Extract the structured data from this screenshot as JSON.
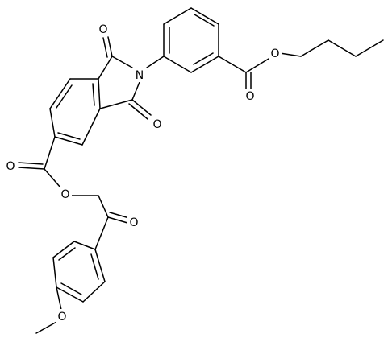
{
  "structure": {
    "atoms": [
      {
        "id": "O_top",
        "label": "O"
      },
      {
        "id": "N",
        "label": "N"
      },
      {
        "id": "O_right",
        "label": "O"
      },
      {
        "id": "O_ester1",
        "label": "O"
      },
      {
        "id": "O_ester1b",
        "label": "O"
      },
      {
        "id": "O_left",
        "label": "O"
      },
      {
        "id": "O_chain",
        "label": "O"
      },
      {
        "id": "O_ketone",
        "label": "O"
      },
      {
        "id": "O_methoxy",
        "label": "O"
      }
    ]
  }
}
